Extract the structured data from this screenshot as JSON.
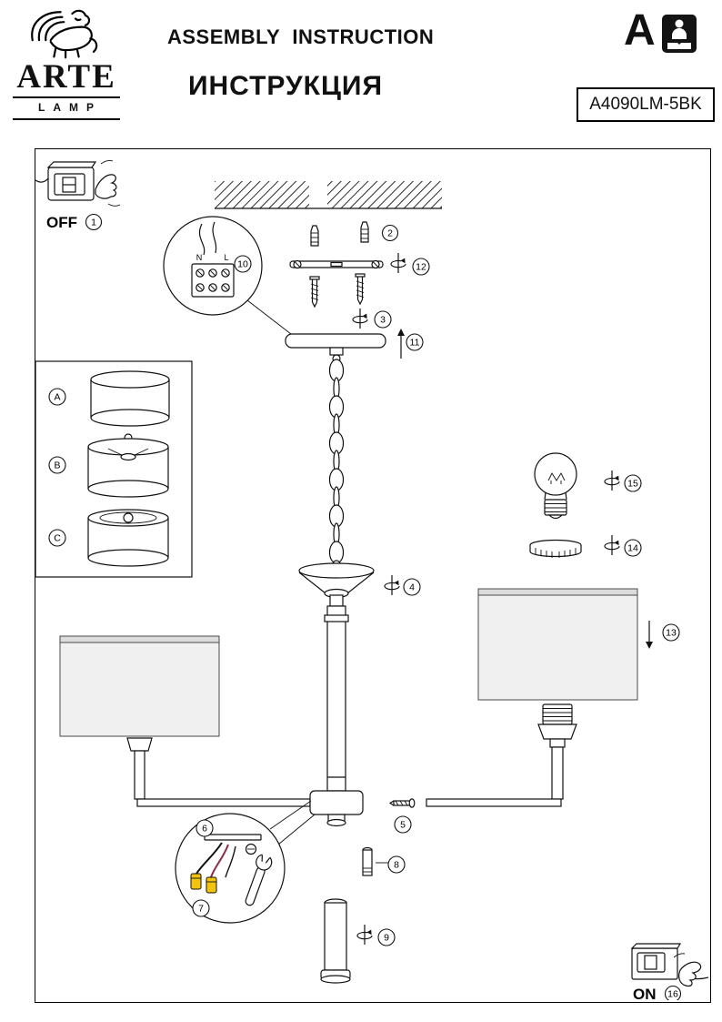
{
  "header": {
    "brand_name": "ARTE",
    "brand_sub": "LAMP",
    "title_en": "ASSEMBLY INSTRUCTION",
    "title_ru": "ИНСТРУКЦИЯ",
    "section_letter": "A",
    "model": "A4090LM-5BK"
  },
  "colors": {
    "ink": "#111111",
    "shade_fill": "#f0f0f0",
    "shade_band": "#dcdcdc",
    "wire_yellow": "#f2c410",
    "wire_red": "#8e2f49"
  },
  "diagram": {
    "switch_off": "OFF",
    "switch_on": "ON",
    "terminal_n": "N",
    "terminal_l": "L",
    "shade_options": {
      "a": "A",
      "b": "B",
      "c": "C"
    },
    "steps": {
      "s1": "1",
      "s2": "2",
      "s3": "3",
      "s4": "4",
      "s5": "5",
      "s6": "6",
      "s7": "7",
      "s8": "8",
      "s9": "9",
      "s10": "10",
      "s11": "11",
      "s12": "12",
      "s13": "13",
      "s14": "14",
      "s15": "15",
      "s16": "16"
    }
  }
}
